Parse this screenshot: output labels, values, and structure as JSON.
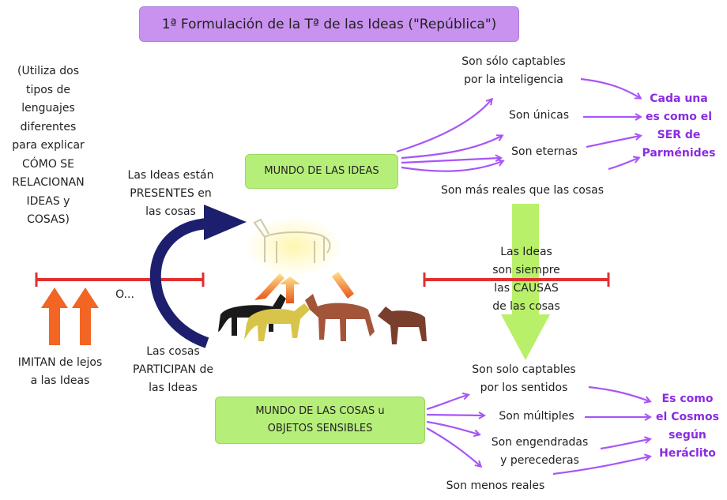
{
  "title": "1ª Formulación de la Tª de las Ideas (\"República\")",
  "left_note": [
    "(Utiliza dos",
    "tipos de",
    "lenguajes",
    "diferentes",
    "para explicar",
    "CÓMO SE",
    "RELACIONAN",
    "IDEAS y",
    "COSAS)"
  ],
  "imitate_text": [
    "IMITAN de lejos",
    "a las Ideas"
  ],
  "or_text": "O...",
  "present_text": [
    "Las Ideas están",
    "PRESENTES en",
    "las cosas"
  ],
  "participate_text": [
    "Las cosas",
    "PARTICIPAN de",
    "las Ideas"
  ],
  "world_ideas": "MUNDO DE LAS IDEAS",
  "world_things": [
    "MUNDO DE LAS COSAS u",
    "OBJETOS SENSIBLES"
  ],
  "ideas_props": {
    "p1": [
      "Son sólo captables",
      "por la inteligencia"
    ],
    "p2": "Son únicas",
    "p3": "Son eternas",
    "p4": "Son más reales que las cosas"
  },
  "causes_text": [
    "Las Ideas",
    "son siempre",
    "las CAUSAS",
    "de las cosas"
  ],
  "things_props": {
    "p1": [
      "Son solo captables",
      "por los sentidos"
    ],
    "p2": "Son múltiples",
    "p3": [
      "Son engendradas",
      "y perecederas"
    ],
    "p4": "Son menos reales"
  },
  "parmenides_text": [
    "Cada una",
    "es como el",
    "SER de",
    "Parménides"
  ],
  "heraclitus_text": [
    "Es como",
    "el Cosmos",
    "según",
    "Heráclito"
  ],
  "colors": {
    "title_bg": "#c992ef",
    "green_box": "#b6ee7a",
    "purple_text": "#8a2be2",
    "arrow_purple": "#a855f7",
    "red_line": "#e03030",
    "orange_arrow": "#f26522",
    "navy_arrow": "#1d1f6e",
    "green_arrow": "#b9f06a"
  }
}
